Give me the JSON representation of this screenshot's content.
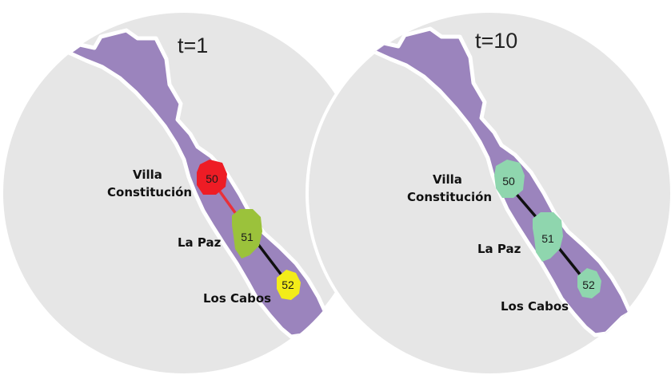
{
  "panels": [
    {
      "time_label": "t=1",
      "edge_colors": [
        "#e8313a",
        "#111111"
      ],
      "nodes": [
        {
          "id": "50",
          "city": "Villa Constitución",
          "color": "#ee1c25"
        },
        {
          "id": "51",
          "city": "La Paz",
          "color": "#9bc23b"
        },
        {
          "id": "52",
          "city": "Los Cabos",
          "color": "#f3ec19"
        }
      ]
    },
    {
      "time_label": "t=10",
      "edge_colors": [
        "#111111",
        "#111111"
      ],
      "nodes": [
        {
          "id": "50",
          "city": "Villa Constitución",
          "color": "#8fd6ae"
        },
        {
          "id": "51",
          "city": "La Paz",
          "color": "#8fd6ae"
        },
        {
          "id": "52",
          "city": "Los Cabos",
          "color": "#8fd6ae"
        }
      ]
    }
  ],
  "city_labels": {
    "villa_line1": "Villa",
    "villa_line2": "Constitución",
    "la_paz": "La Paz",
    "los_cabos": "Los Cabos"
  },
  "colors": {
    "disc_fill": "#e6e6e6",
    "disc_border": "#ffffff",
    "land_fill": "#9b84bd",
    "land_border": "#ffffff"
  }
}
